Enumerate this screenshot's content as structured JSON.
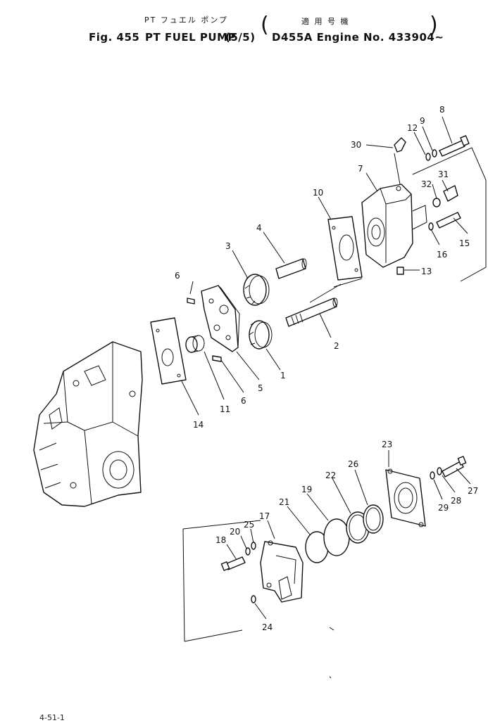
{
  "header": {
    "jp_left": "PT フュエル ポンプ",
    "jp_right": "適 用 号 機",
    "fig": "Fig. 455",
    "title": "PT FUEL PUMP",
    "sheet": "(5/5)",
    "applicability": "D455A Engine No. 433904~"
  },
  "footer": {
    "page": "4-51-1"
  },
  "callouts": [
    "1",
    "2",
    "3",
    "4",
    "5",
    "6",
    "6",
    "7",
    "8",
    "9",
    "10",
    "11",
    "12",
    "13",
    "14",
    "15",
    "16",
    "17",
    "18",
    "19",
    "20",
    "21",
    "22",
    "23",
    "24",
    "25",
    "26",
    "27",
    "28",
    "29",
    "30",
    "31",
    "32"
  ]
}
